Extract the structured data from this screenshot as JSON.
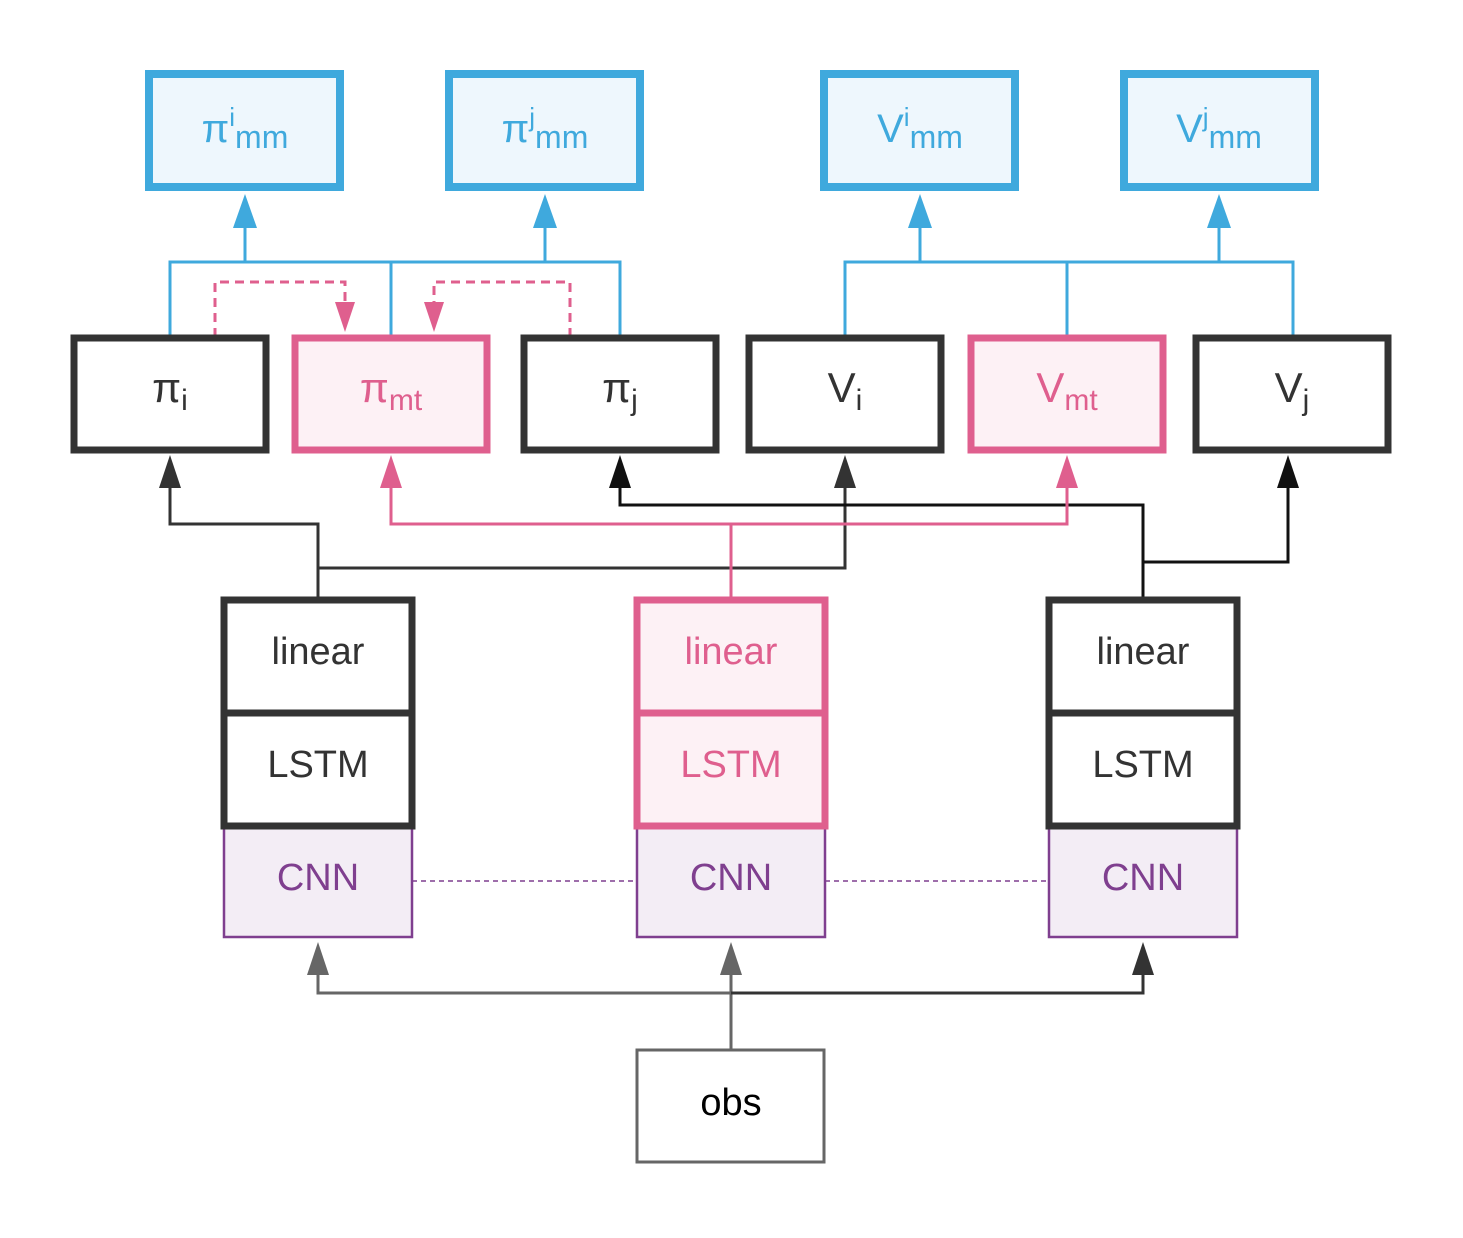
{
  "colors": {
    "blue": "#3fa9dd",
    "blue_fill": "#eef7fd",
    "pink": "#df5f8e",
    "pink_fill": "#fdf1f5",
    "dark": "#333333",
    "purple": "#7f3f8f",
    "purple_fill": "#f3edf5",
    "grey": "#666666"
  },
  "top_outputs": [
    {
      "base": "π",
      "sup": "i",
      "sub": "mm"
    },
    {
      "base": "π",
      "sup": "j",
      "sub": "mm"
    },
    {
      "base": "V",
      "sup": "i",
      "sub": "mm"
    },
    {
      "base": "V",
      "sup": "j",
      "sub": "mm"
    }
  ],
  "heads": [
    {
      "base": "π",
      "sub": "i"
    },
    {
      "base": "π",
      "sub": "mt"
    },
    {
      "base": "π",
      "sub": "j"
    },
    {
      "base": "V",
      "sub": "i"
    },
    {
      "base": "V",
      "sub": "mt"
    },
    {
      "base": "V",
      "sub": "j"
    }
  ],
  "stacks": [
    {
      "linear": "linear",
      "lstm": "LSTM",
      "cnn": "CNN"
    },
    {
      "linear": "linear",
      "lstm": "LSTM",
      "cnn": "CNN"
    },
    {
      "linear": "linear",
      "lstm": "LSTM",
      "cnn": "CNN"
    }
  ],
  "input": {
    "label": "obs"
  }
}
